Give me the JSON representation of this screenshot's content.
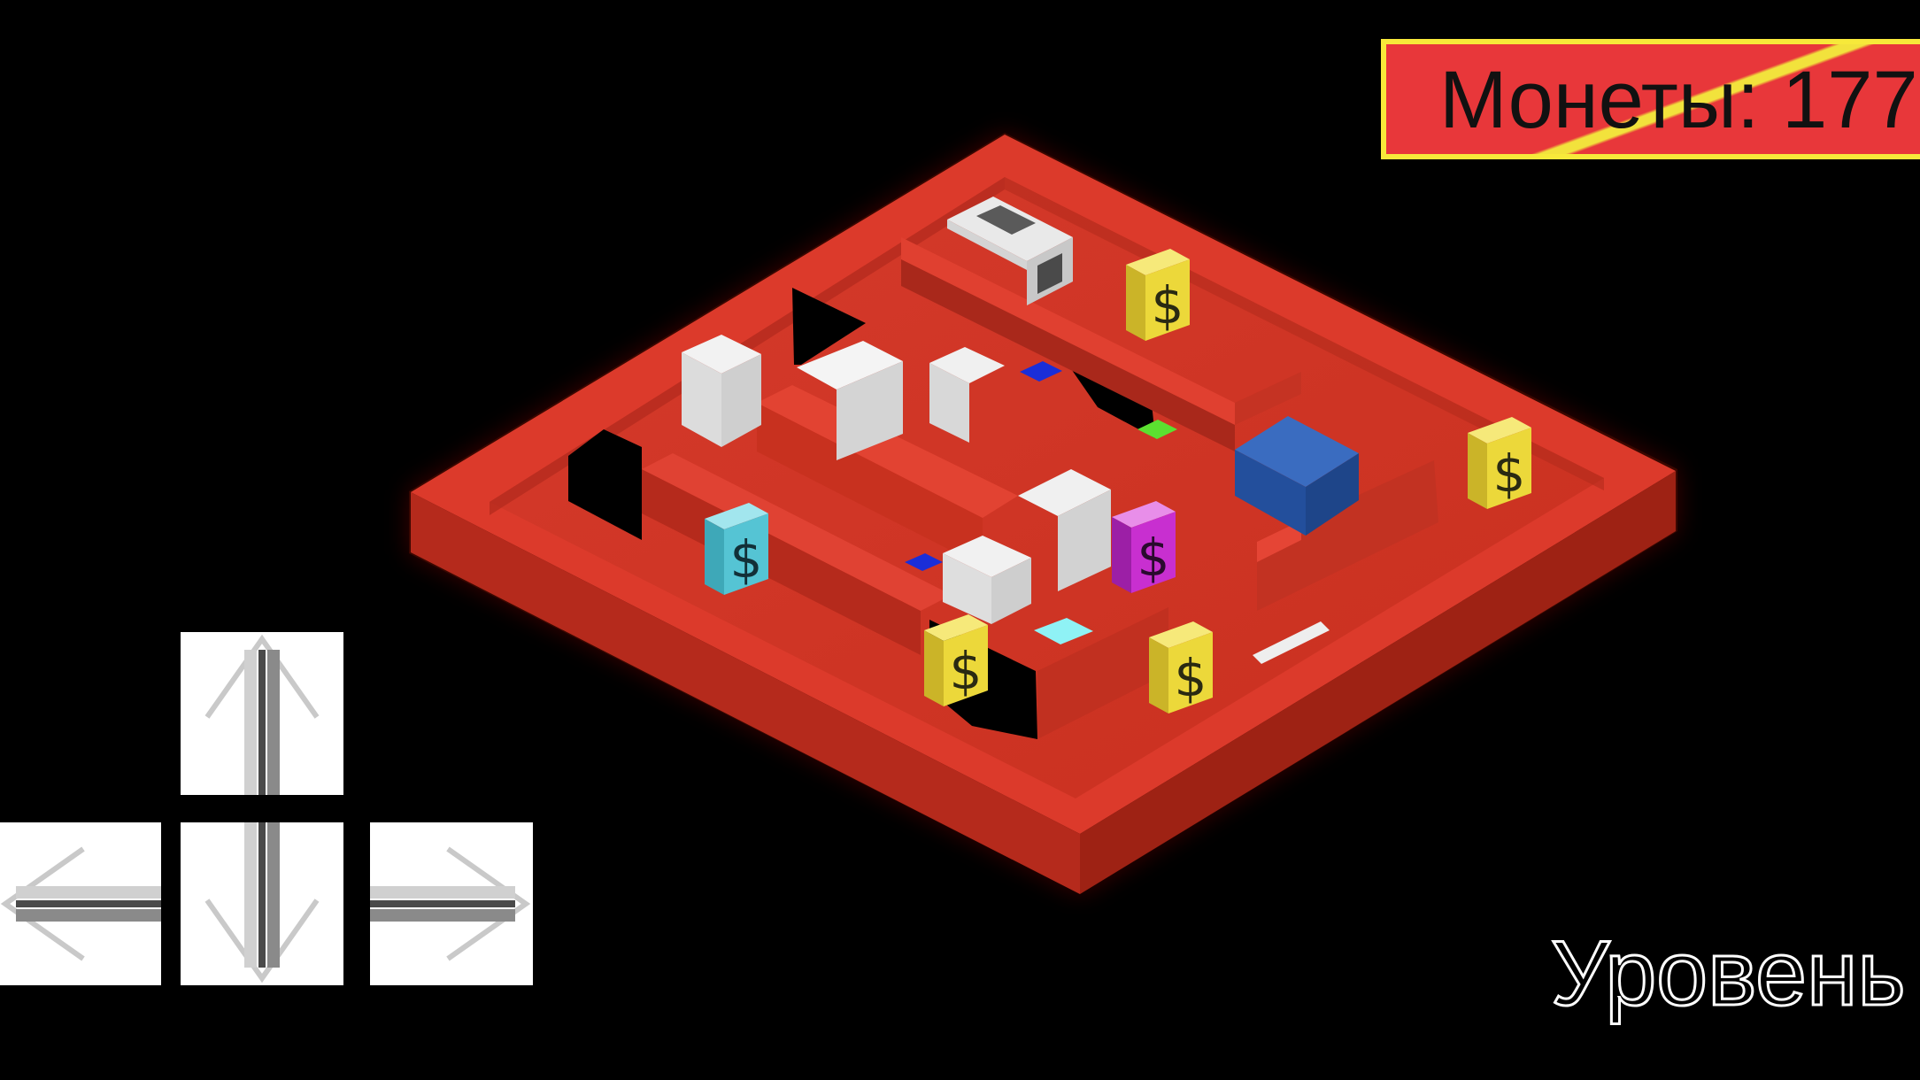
{
  "hud": {
    "coins_label": "Монеты: 177",
    "level_label": "Уровень"
  },
  "controls": {
    "up": "arrow-up-icon",
    "down": "arrow-down-icon",
    "left": "arrow-left-icon",
    "right": "arrow-right-icon"
  },
  "colors": {
    "background": "#000000",
    "board_red": "#d7372a",
    "coin_yellow": "#ecd83a",
    "coin_cyan": "#55c4d4",
    "coin_magenta": "#c82fd0",
    "player_blue": "#2a5aa8",
    "hud_red": "#e8373a",
    "hud_yellow": "#f7e93a"
  },
  "coin_symbol": "$",
  "coins_on_board": [
    {
      "color": "yellow"
    },
    {
      "color": "yellow"
    },
    {
      "color": "cyan"
    },
    {
      "color": "magenta"
    },
    {
      "color": "yellow"
    },
    {
      "color": "yellow"
    }
  ]
}
